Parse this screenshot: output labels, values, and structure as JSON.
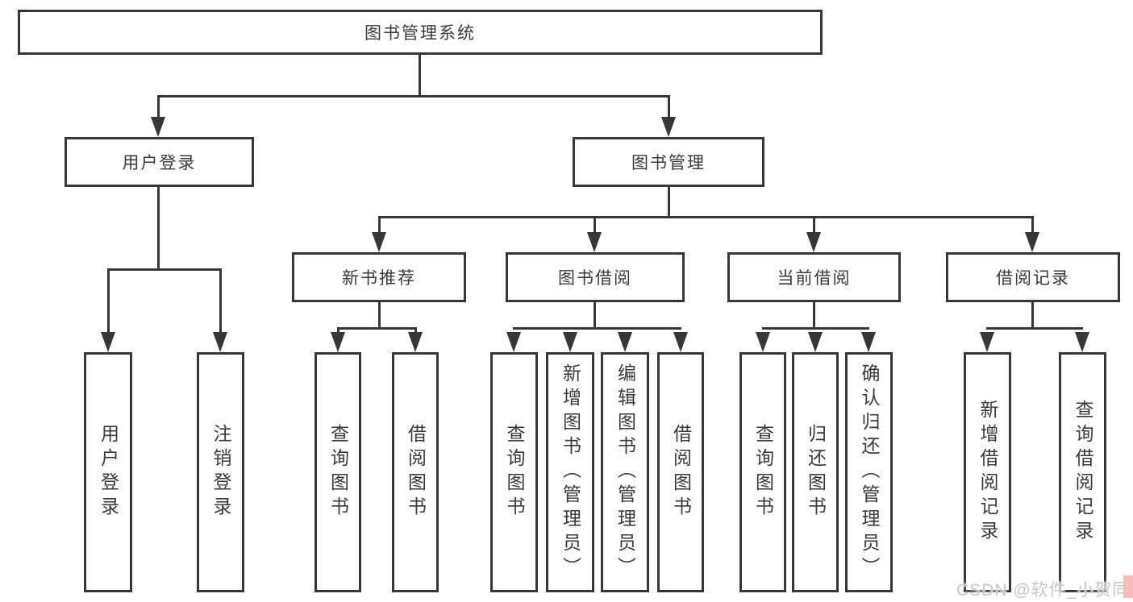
{
  "diagram": {
    "root": {
      "label": "图书管理系统"
    },
    "level2": [
      {
        "label": "用户登录"
      },
      {
        "label": "图书管理"
      }
    ],
    "level3": [
      {
        "label": "新书推荐"
      },
      {
        "label": "图书借阅"
      },
      {
        "label": "当前借阅"
      },
      {
        "label": "借阅记录"
      }
    ],
    "leaves": {
      "user_login": [
        "用户登录",
        "注销登录"
      ],
      "new_book_rec": [
        "查询图书",
        "借阅图书"
      ],
      "book_borrow": [
        "查询图书",
        "新增图书（管理员）",
        "编辑图书（管理员）",
        "借阅图书"
      ],
      "current_borrow": [
        "查询图书",
        "归还图书",
        "确认归还（管理员）"
      ],
      "borrow_records": [
        "新增借阅记录",
        "查询借阅记录"
      ]
    },
    "watermark": "CSDN @软件_小贺同学",
    "colors": {
      "line": "#373737",
      "box_fill": "#ffffff",
      "text": "#3a3a3a",
      "watermark": "#c6c6c6",
      "accent_strip": "#f5bcbc"
    }
  }
}
